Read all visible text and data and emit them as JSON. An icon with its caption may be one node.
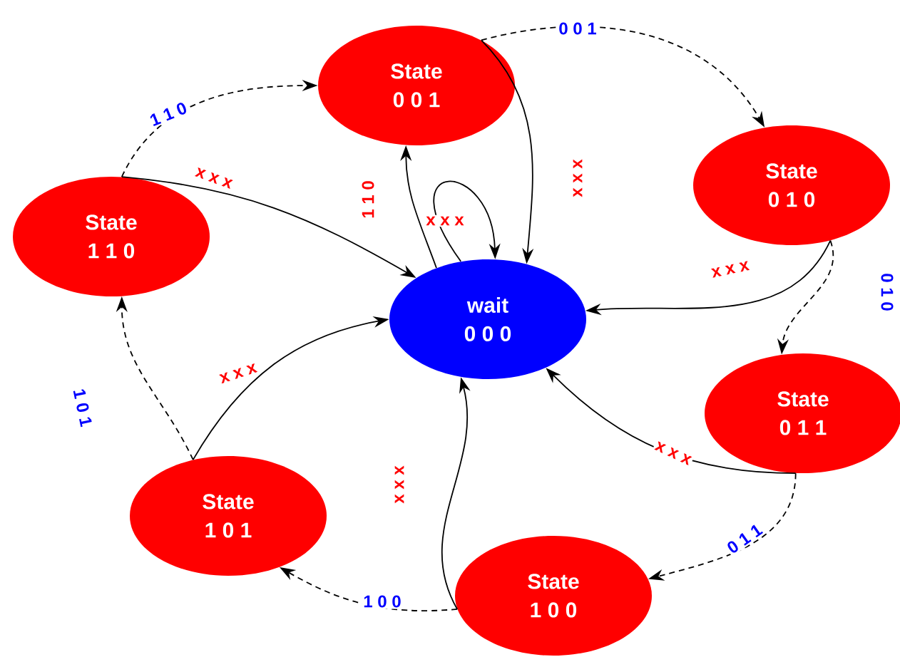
{
  "diagram": {
    "nodes": [
      {
        "text": [
          "wait",
          "0 0 0"
        ]
      },
      {
        "text": [
          "State",
          "0 0 1"
        ]
      },
      {
        "text": [
          "State",
          "0 1 0"
        ]
      },
      {
        "text": [
          "State",
          "0 1 1"
        ]
      },
      {
        "text": [
          "State",
          "1 0 0"
        ]
      },
      {
        "text": [
          "State",
          "1 0 1"
        ]
      },
      {
        "text": [
          "State",
          "1 1 0"
        ]
      }
    ],
    "edges": [
      {
        "from": 6,
        "to": 1,
        "arrow": "to",
        "style": "dashed",
        "label": "1 1 0"
      },
      {
        "from": 1,
        "to": 2,
        "arrow": "to",
        "style": "dashed",
        "label": "0 0 1"
      },
      {
        "from": 2,
        "to": 3,
        "arrow": "to",
        "style": "dashed",
        "label": "0 1 0"
      },
      {
        "from": 3,
        "to": 4,
        "arrow": "to",
        "style": "dashed",
        "label": "0 1 1"
      },
      {
        "from": 4,
        "to": 5,
        "arrow": "to",
        "style": "dashed",
        "label": "1 0 0"
      },
      {
        "from": 5,
        "to": 6,
        "arrow": "to",
        "style": "dashed",
        "label": "1 0 1"
      },
      {
        "from": 6,
        "to": 0,
        "arrow": "to",
        "label": "x x x"
      },
      {
        "from": 1,
        "to": 0,
        "arrow": "to",
        "label": "x x x"
      },
      {
        "from": 2,
        "to": 0,
        "arrow": "to",
        "label": "x x x"
      },
      {
        "from": 3,
        "to": 0,
        "arrow": "to",
        "label": "x x x"
      },
      {
        "from": 4,
        "to": 0,
        "arrow": "to",
        "label": "x x x"
      },
      {
        "from": 5,
        "to": 0,
        "arrow": "to",
        "label": "x x x"
      },
      {
        "from": 0,
        "to": 0,
        "arrow": "to",
        "label": "x x x"
      },
      {
        "from": 0,
        "to": 1,
        "arrow": "to",
        "label": "1 1 0"
      }
    ]
  }
}
